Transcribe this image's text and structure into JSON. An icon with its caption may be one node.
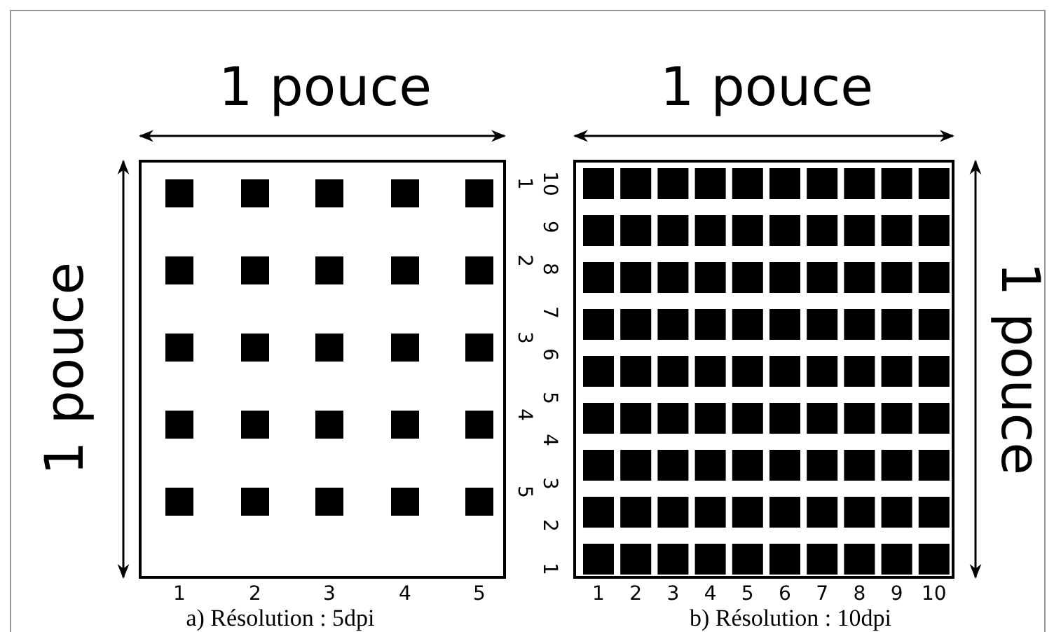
{
  "diagram": {
    "labels": [
      "1 pouce",
      "1 pouce",
      "1 pouce",
      "1",
      "2",
      "3",
      "4",
      "5",
      "10",
      "9",
      "8",
      "7",
      "6",
      "5",
      "4",
      "3",
      "2",
      "1",
      "1 pouce",
      "1",
      "2",
      "3",
      "4",
      "5",
      "1",
      "2",
      "3",
      "4",
      "5",
      "6",
      "7",
      "8",
      "9",
      "10",
      "a) Résolution : 5dpi",
      "b) Résolution : 10dpi"
    ]
  }
}
